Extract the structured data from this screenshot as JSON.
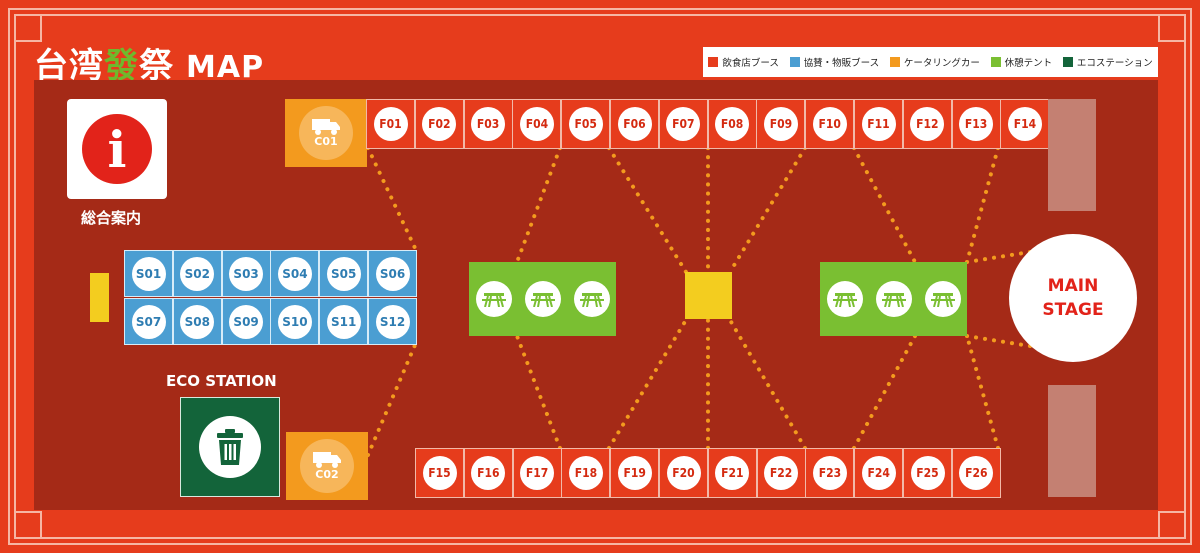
{
  "title": {
    "prefix": "台湾",
    "accent": "發",
    "suffix": "祭",
    "map_word": "MAP"
  },
  "legend": [
    {
      "label": "飲食店ブース",
      "color": "#e63c1c"
    },
    {
      "label": "協賛・物販ブース",
      "color": "#4b9ed2"
    },
    {
      "label": "ケータリングカー",
      "color": "#f39a1e"
    },
    {
      "label": "休憩テント",
      "color": "#7abf32"
    },
    {
      "label": "エコステーション",
      "color": "#13643a"
    }
  ],
  "info": {
    "symbol": "i",
    "label": "総合案内"
  },
  "eco_station": {
    "label": "ECO STATION",
    "icon": "trash-can-icon"
  },
  "catering": [
    {
      "id": "C01",
      "icon": "truck-icon"
    },
    {
      "id": "C02",
      "icon": "truck-icon"
    }
  ],
  "food_booths_top": [
    "F01",
    "F02",
    "F03",
    "F04",
    "F05",
    "F06",
    "F07",
    "F08",
    "F09",
    "F10",
    "F11",
    "F12",
    "F13",
    "F14"
  ],
  "food_booths_bottom": [
    "F15",
    "F16",
    "F17",
    "F18",
    "F19",
    "F20",
    "F21",
    "F22",
    "F23",
    "F24",
    "F25",
    "F26"
  ],
  "sponsor_booths_row1": [
    "S01",
    "S02",
    "S03",
    "S04",
    "S05",
    "S06"
  ],
  "sponsor_booths_row2": [
    "S07",
    "S08",
    "S09",
    "S10",
    "S11",
    "S12"
  ],
  "rest_tents": [
    {
      "icon": "picnic-table-icon",
      "count": 3
    },
    {
      "icon": "picnic-table-icon",
      "count": 3
    }
  ],
  "main_stage": {
    "line1": "MAIN",
    "line2": "STAGE"
  },
  "colors": {
    "background": "#e63c1c",
    "ground": "#a52a17",
    "path_dots": "#f39a1e"
  }
}
